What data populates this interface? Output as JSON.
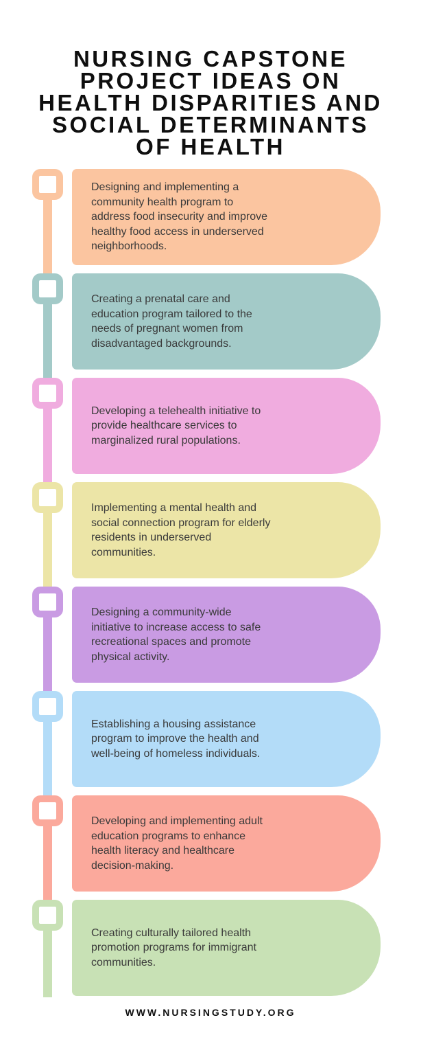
{
  "title": {
    "lines": [
      "NURSING CAPSTONE",
      "PROJECT IDEAS ON",
      "HEALTH DISPARITIES AND",
      "SOCIAL DETERMINANTS",
      "OF HEALTH"
    ]
  },
  "items": [
    {
      "text": "Designing and implementing a community health program to address food insecurity and improve healthy food access in underserved neighborhoods.",
      "color": "#FBC5A0"
    },
    {
      "text": "Creating a prenatal care and education program tailored to the needs of pregnant women from disadvantaged backgrounds.",
      "color": "#A3CAC8"
    },
    {
      "text": "Developing a telehealth initiative to provide healthcare services to marginalized rural populations.",
      "color": "#F0ACDF"
    },
    {
      "text": "Implementing a mental health and social connection program for elderly residents in underserved communities.",
      "color": "#ECE5A7"
    },
    {
      "text": "Designing a community-wide initiative to increase access to safe recreational spaces and promote physical activity.",
      "color": "#C99BE3"
    },
    {
      "text": "Establishing a housing assistance program to improve the health and well-being of homeless individuals.",
      "color": "#B3DCF8"
    },
    {
      "text": "Developing and implementing adult education programs to enhance health literacy and healthcare decision-making.",
      "color": "#FBA99C"
    },
    {
      "text": "Creating culturally tailored health promotion programs for immigrant communities.",
      "color": "#C8E1B5"
    }
  ],
  "footer": {
    "website": "WWW.NURSINGSTUDY.ORG"
  },
  "colors": {
    "background": "#FFFFFF",
    "title_text": "#0F0F0F",
    "body_text": "#3A3A3A"
  }
}
